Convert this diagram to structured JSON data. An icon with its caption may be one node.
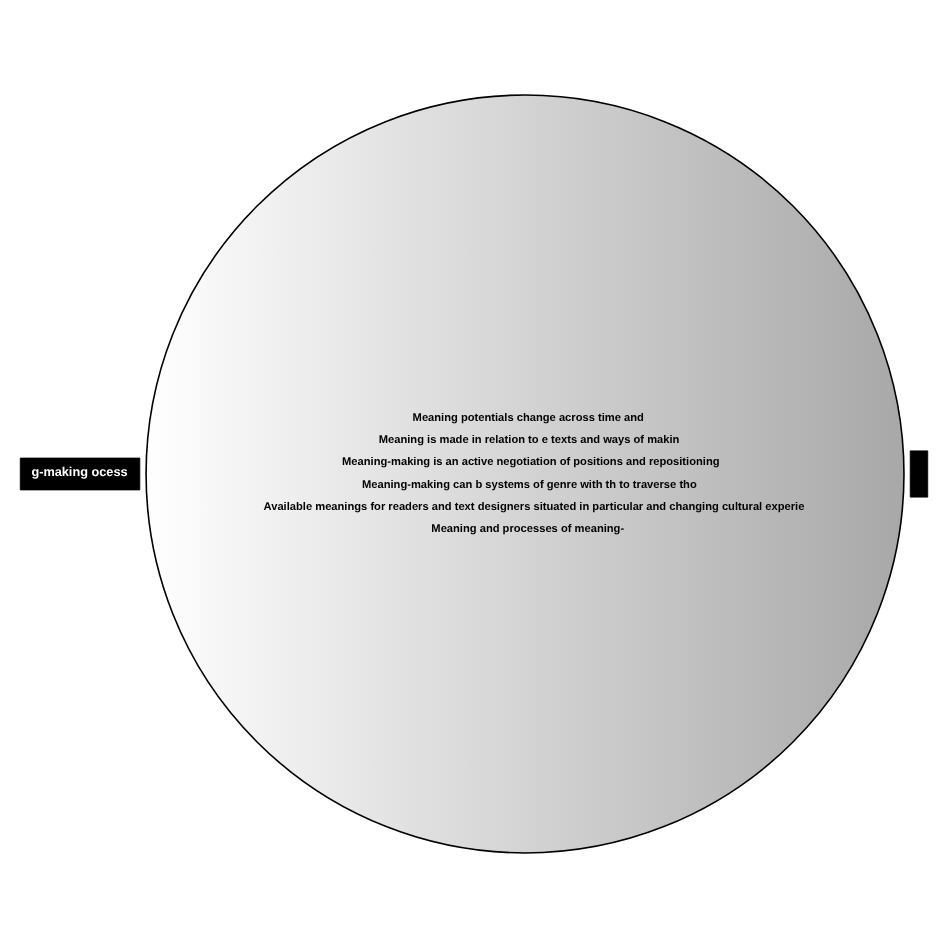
{
  "diagram": {
    "nodes": [
      {
        "text": [
          "g-making ocess"
        ]
      },
      {
        "text": [
          "Meaning potentials change across time and",
          "Meaning is made in relation to e texts and ways of makin",
          "Meaning-making is an active negotiation of positions and repositioning",
          "Meaning-making can b systems of genre with th to traverse tho",
          "Available meanings for readers and text designers situated in particular and changing cultural experie",
          "Meaning and processes of meaning-"
        ]
      },
      {
        "text": [],
        "shape": "box"
      }
    ],
    "edges": []
  }
}
